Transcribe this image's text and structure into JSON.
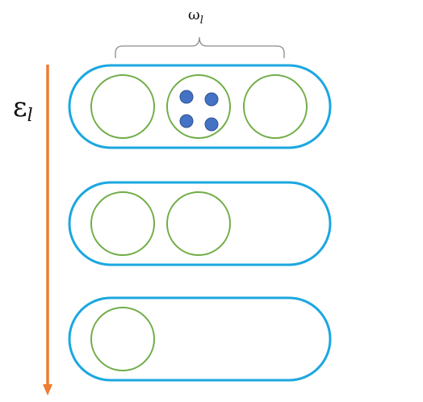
{
  "omega_label": {
    "base": "ω",
    "sub": "l"
  },
  "epsilon_label": {
    "base": "ε",
    "sub": "l"
  },
  "levels": [
    {
      "circles": [
        {
          "particles": 0
        },
        {
          "particles": 4
        },
        {
          "particles": 0
        }
      ]
    },
    {
      "circles": [
        {
          "particles": 0
        },
        {
          "particles": 0
        }
      ]
    },
    {
      "circles": [
        {
          "particles": 0
        }
      ]
    }
  ],
  "colors": {
    "level_box": "#1BA7E0",
    "state_circle": "#70AD47",
    "particle_fill": "#4472C4",
    "particle_stroke": "#2F528F",
    "arrow": "#ED7D31",
    "brace": "#8C8C8C"
  }
}
